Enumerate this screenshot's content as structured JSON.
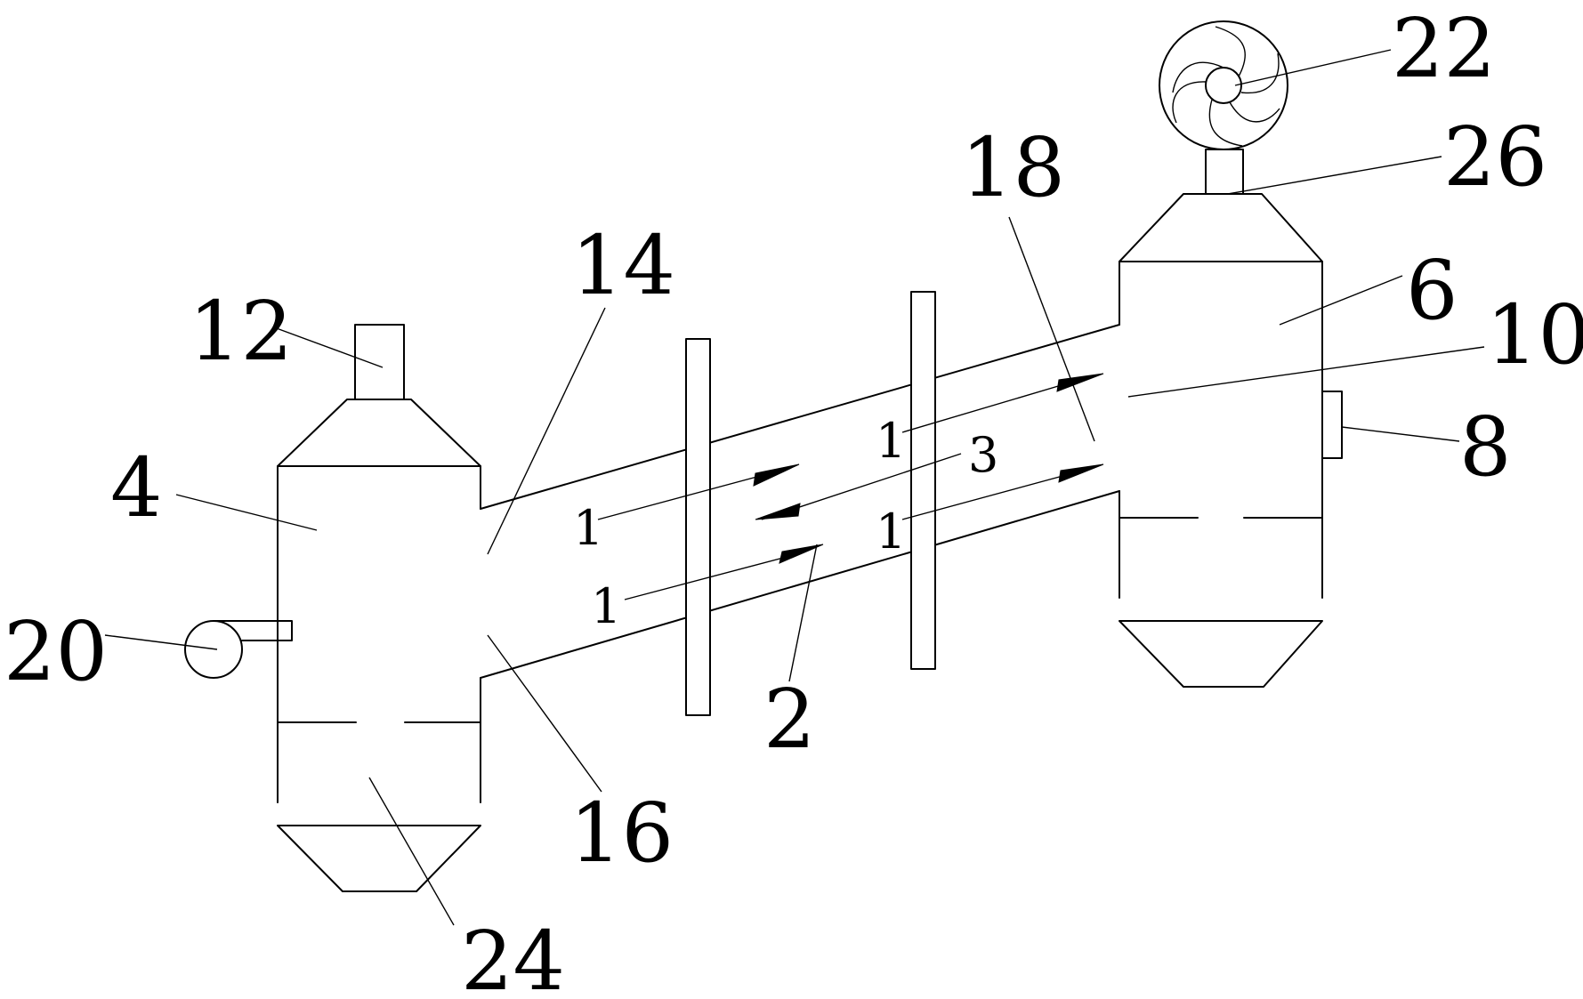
{
  "labels": {
    "n22": "22",
    "n26": "26",
    "n18": "18",
    "n14": "14",
    "n12": "12",
    "n6": "6",
    "n10": "10",
    "n8": "8",
    "n4": "4",
    "n20": "20",
    "n2": "2",
    "n16": "16",
    "n24": "24",
    "n3": "3",
    "n1a": "1",
    "n1b": "1",
    "n1c": "1",
    "n1d": "1"
  }
}
